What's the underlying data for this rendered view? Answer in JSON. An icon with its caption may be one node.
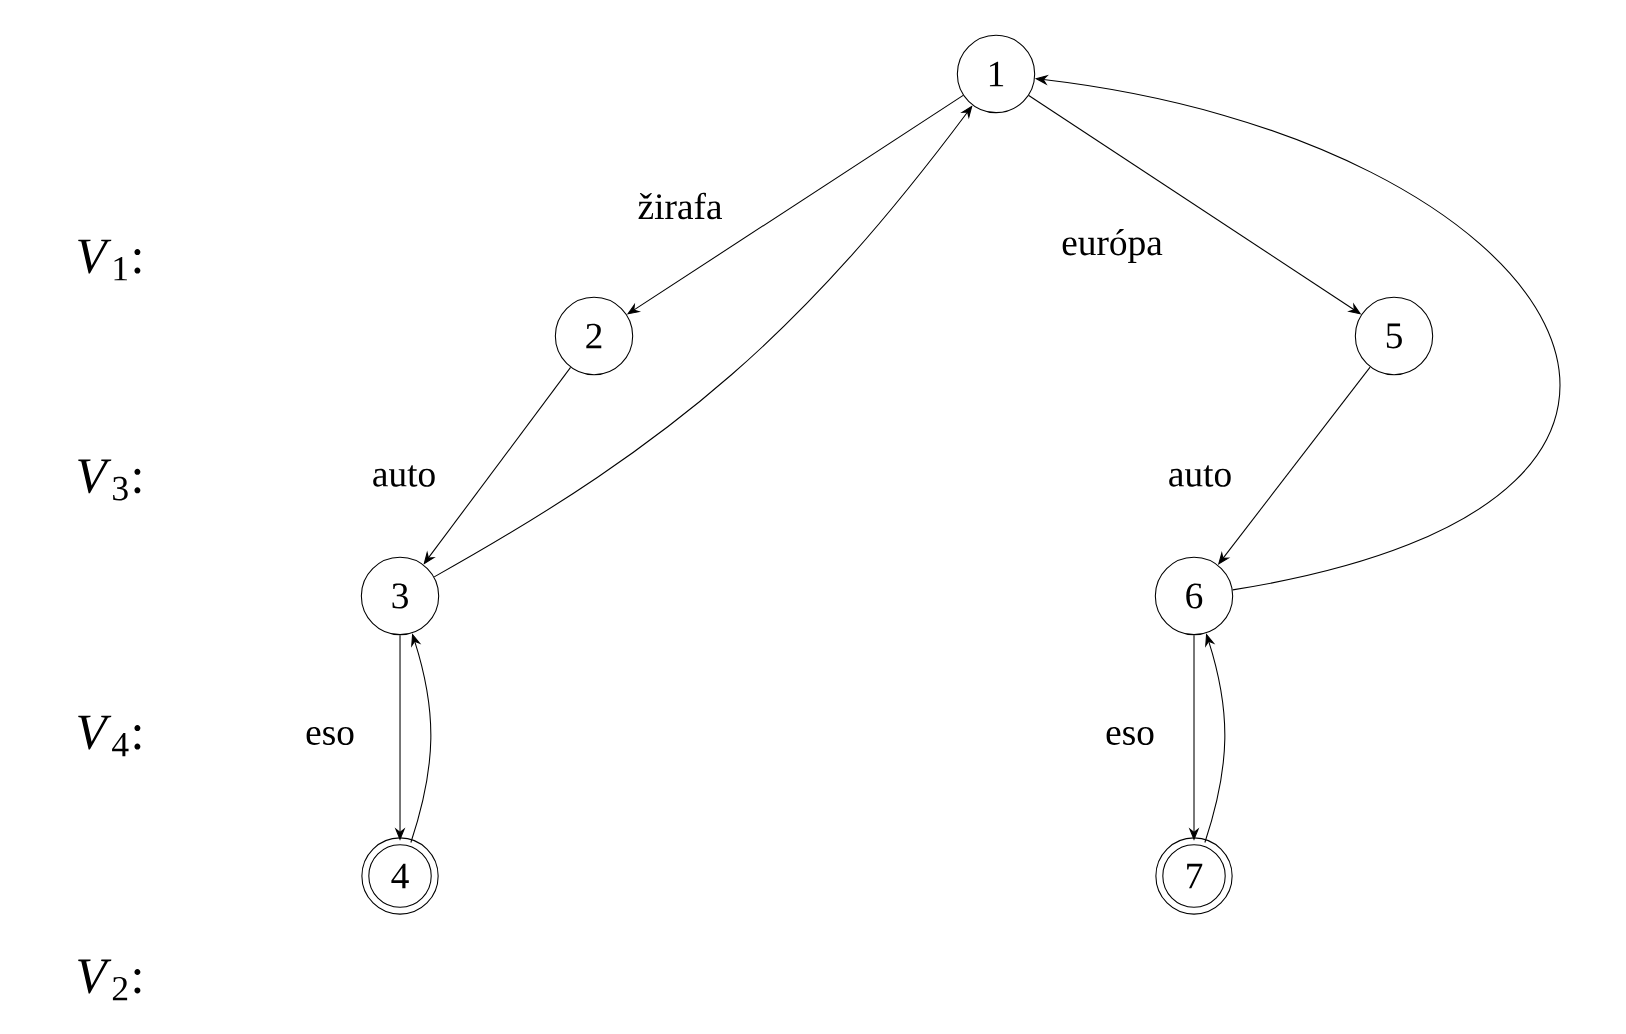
{
  "diagram": {
    "nodes": [
      {
        "text": [
          "1"
        ]
      },
      {
        "text": [
          "2"
        ]
      },
      {
        "text": [
          "3"
        ]
      },
      {
        "text": [
          "4"
        ]
      },
      {
        "text": [
          "5"
        ]
      },
      {
        "text": [
          "6"
        ]
      },
      {
        "text": [
          "7"
        ]
      }
    ],
    "edges": [
      {
        "from": 0,
        "to": 1,
        "arrow": "to",
        "label": "žirafa"
      },
      {
        "from": 0,
        "to": 4,
        "arrow": "to",
        "label": "európa"
      },
      {
        "from": 1,
        "to": 2,
        "arrow": "to",
        "label": "auto"
      },
      {
        "from": 2,
        "to": 0,
        "arrow": "to"
      },
      {
        "from": 4,
        "to": 5,
        "arrow": "to",
        "label": "auto"
      },
      {
        "from": 5,
        "to": 0,
        "arrow": "to"
      },
      {
        "from": 2,
        "to": 3,
        "arrow": "to",
        "label": "eso"
      },
      {
        "from": 3,
        "to": 2,
        "arrow": "to"
      },
      {
        "from": 5,
        "to": 6,
        "arrow": "to",
        "label": "eso"
      },
      {
        "from": 6,
        "to": 5,
        "arrow": "to"
      }
    ],
    "labels": [
      "*V*$_{1}$:",
      "*V*$_{3}$:",
      "*V*$_{4}$:",
      "*V*$_{2}$:"
    ]
  }
}
